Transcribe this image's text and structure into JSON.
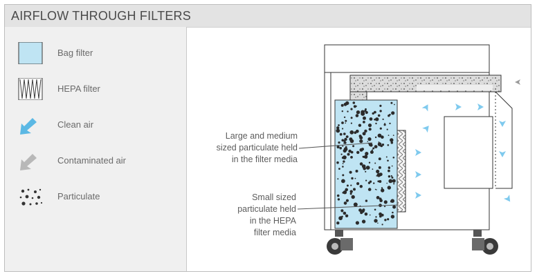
{
  "title": "AIRFLOW THROUGH FILTERS",
  "legend": {
    "items": [
      {
        "label": "Bag filter",
        "icon": "bag-filter-swatch"
      },
      {
        "label": "HEPA filter",
        "icon": "hepa-filter-swatch"
      },
      {
        "label": "Clean air",
        "icon": "clean-air-arrow-icon"
      },
      {
        "label": "Contaminated air",
        "icon": "contaminated-air-arrow-icon"
      },
      {
        "label": "Particulate",
        "icon": "particulate-icon"
      }
    ]
  },
  "callouts": {
    "bag": [
      "Large and medium",
      "sized particulate held",
      "in the filter media"
    ],
    "hepa": [
      "Small sized",
      "particulate held",
      "in the HEPA",
      "filter media"
    ]
  },
  "colors": {
    "bag_fill": "#bfe4f3",
    "clean_air": "#5bb8e4",
    "contaminated_air": "#b8b8b8",
    "title_bg": "#e3e3e3",
    "legend_bg": "#f0f0f0"
  }
}
